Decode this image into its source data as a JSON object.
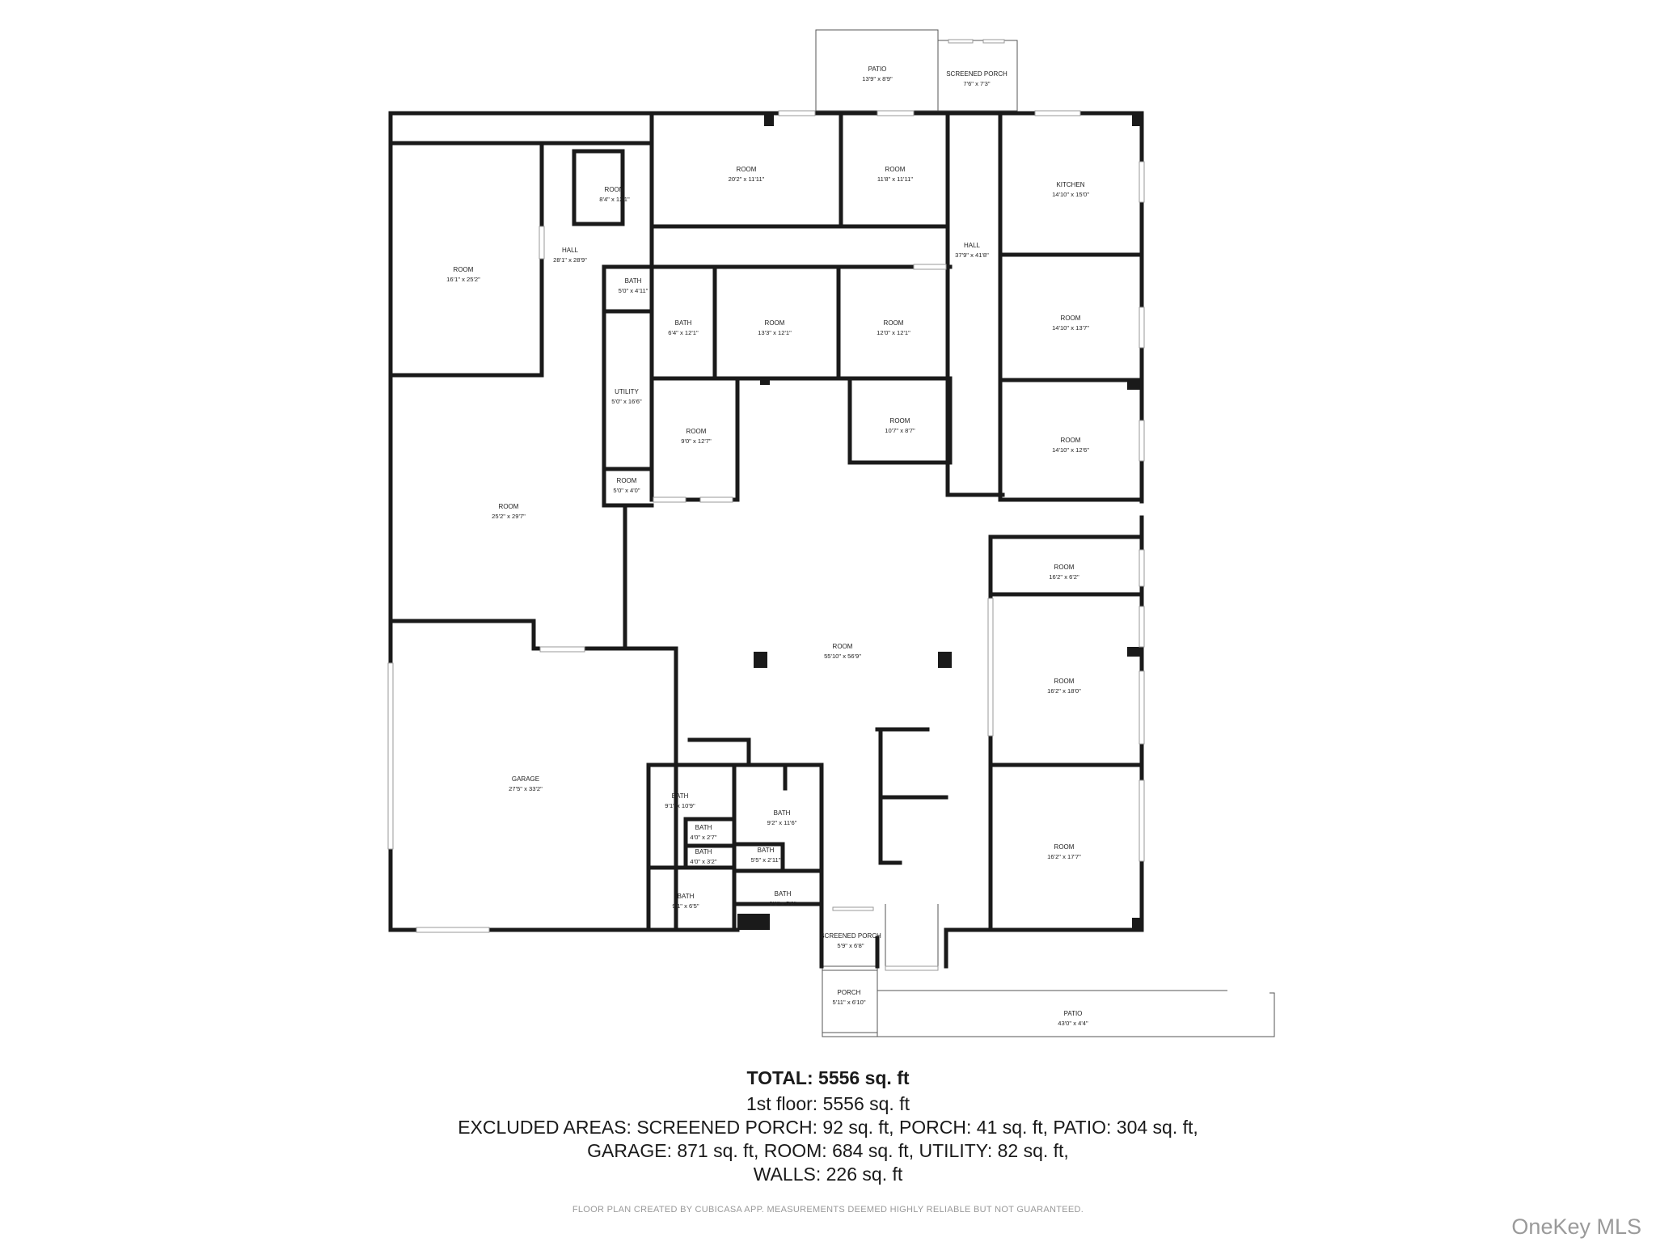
{
  "rooms": [
    {
      "id": "patio-top",
      "name": "PATIO",
      "dims": "13'9\" x 8'9\""
    },
    {
      "id": "screened-porch-top",
      "name": "SCREENED PORCH",
      "dims": "7'6\" x 7'3\""
    },
    {
      "id": "room-16x25",
      "name": "ROOM",
      "dims": "16'1\" x 25'2\""
    },
    {
      "id": "hall-west",
      "name": "HALL",
      "dims": "28'1\" x 28'9\""
    },
    {
      "id": "room-8x12",
      "name": "ROOM",
      "dims": "8'4\" x 12'1\""
    },
    {
      "id": "room-20x11",
      "name": "ROOM",
      "dims": "20'2\" x 11'11\""
    },
    {
      "id": "room-11x11",
      "name": "ROOM",
      "dims": "11'8\" x 11'11\""
    },
    {
      "id": "kitchen",
      "name": "KITCHEN",
      "dims": "14'10\" x 15'0\""
    },
    {
      "id": "hall-east",
      "name": "HALL",
      "dims": "37'9\" x 41'8\""
    },
    {
      "id": "bath-5x4",
      "name": "BATH",
      "dims": "5'0\" x 4'11\""
    },
    {
      "id": "bath-6x12",
      "name": "BATH",
      "dims": "6'4\" x 12'1\""
    },
    {
      "id": "room-13x12",
      "name": "ROOM",
      "dims": "13'3\" x 12'1\""
    },
    {
      "id": "room-12x12",
      "name": "ROOM",
      "dims": "12'0\" x 12'1\""
    },
    {
      "id": "room-14x13",
      "name": "ROOM",
      "dims": "14'10\" x 13'7\""
    },
    {
      "id": "utility",
      "name": "UTILITY",
      "dims": "5'0\" x 16'6\""
    },
    {
      "id": "room-9x12",
      "name": "ROOM",
      "dims": "9'0\" x 12'7\""
    },
    {
      "id": "room-10x8",
      "name": "ROOM",
      "dims": "10'7\" x 8'7\""
    },
    {
      "id": "room-14x12",
      "name": "ROOM",
      "dims": "14'10\" x 12'6\""
    },
    {
      "id": "room-5x4",
      "name": "ROOM",
      "dims": "5'0\" x 4'0\""
    },
    {
      "id": "room-25x29",
      "name": "ROOM",
      "dims": "25'2\" x 29'7\""
    },
    {
      "id": "room-16x6",
      "name": "ROOM",
      "dims": "16'2\" x 6'2\""
    },
    {
      "id": "room-large",
      "name": "ROOM",
      "dims": "55'10\" x 56'9\""
    },
    {
      "id": "room-16x18",
      "name": "ROOM",
      "dims": "16'2\" x 18'0\""
    },
    {
      "id": "garage",
      "name": "GARAGE",
      "dims": "27'5\" x 33'2\""
    },
    {
      "id": "bath-9x10",
      "name": "BATH",
      "dims": "9'1\" x 10'9\""
    },
    {
      "id": "bath-9x11",
      "name": "BATH",
      "dims": "9'2\" x 11'6\""
    },
    {
      "id": "bath-small-1",
      "name": "BATH",
      "dims": "4'0\" x 2'7\""
    },
    {
      "id": "bath-small-2",
      "name": "BATH",
      "dims": "4'0\" x 3'2\""
    },
    {
      "id": "bath-5x2",
      "name": "BATH",
      "dims": "5'5\" x 2'11\""
    },
    {
      "id": "room-16x17",
      "name": "ROOM",
      "dims": "16'2\" x 17'7\""
    },
    {
      "id": "bath-9x6",
      "name": "BATH",
      "dims": "9'1\" x 6'5\""
    },
    {
      "id": "bath-9x5",
      "name": "BATH",
      "dims": "9'1\" x 5'8\""
    },
    {
      "id": "screened-porch-bottom",
      "name": "SCREENED PORCH",
      "dims": "5'9\" x 6'8\""
    },
    {
      "id": "porch",
      "name": "PORCH",
      "dims": "5'11\" x 6'10\""
    },
    {
      "id": "patio-bottom",
      "name": "PATIO",
      "dims": "43'0\" x 4'4\""
    }
  ],
  "summary": {
    "total": "TOTAL: 5556 sq. ft",
    "line1": "1st floor: 5556 sq. ft",
    "line2": "EXCLUDED AREAS: SCREENED PORCH: 92 sq. ft, PORCH: 41 sq. ft, PATIO: 304 sq. ft,",
    "line3": "GARAGE: 871 sq. ft, ROOM: 684 sq. ft, UTILITY: 82 sq. ft,",
    "line4": "WALLS: 226 sq. ft"
  },
  "credit": "FLOOR PLAN CREATED BY CUBICASA APP. MEASUREMENTS DEEMED HIGHLY RELIABLE BUT NOT GUARANTEED.",
  "brand": "OneKey MLS"
}
